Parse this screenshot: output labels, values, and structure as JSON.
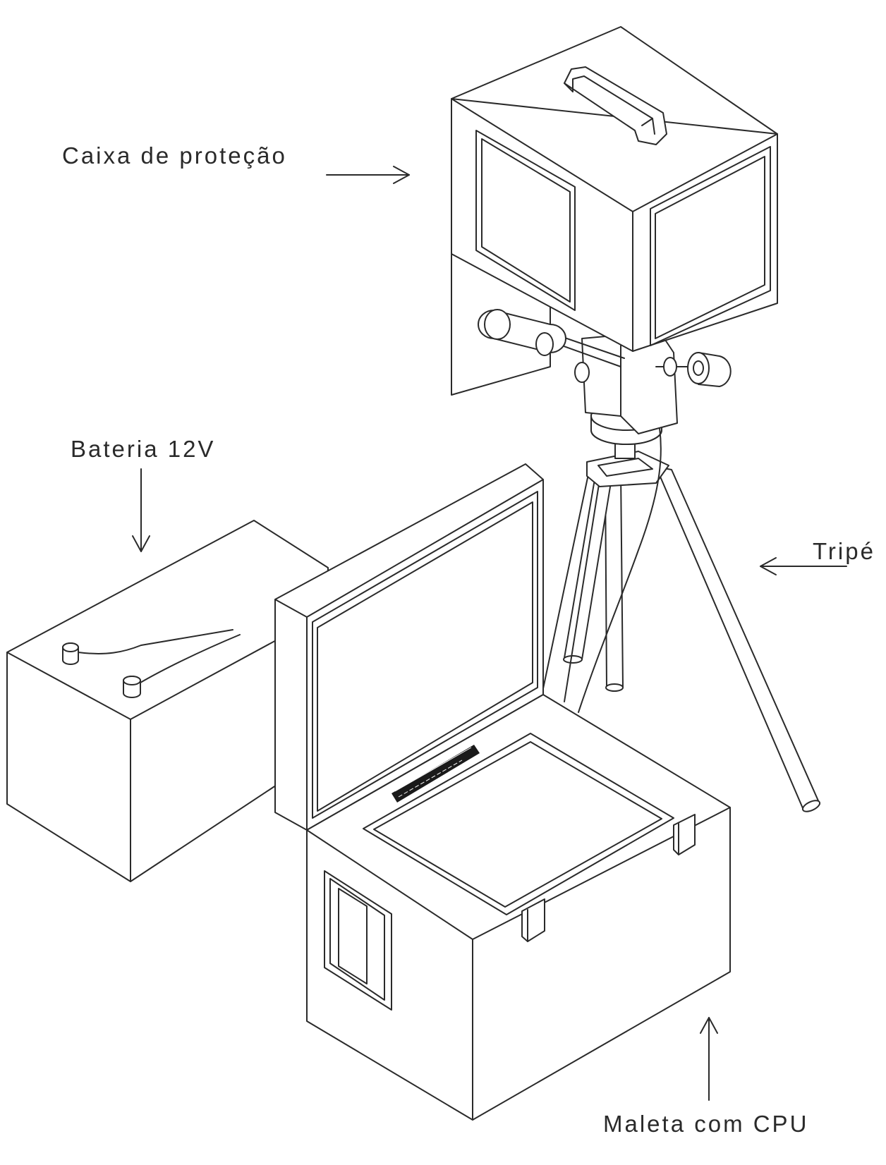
{
  "diagram": {
    "labels": {
      "protective_box": "Caixa de proteção",
      "battery": "Bateria 12V",
      "tripod": "Tripé",
      "cpu_case": "Maleta com CPU"
    }
  },
  "colors": {
    "line": "#2a2a2a",
    "background": "#ffffff"
  }
}
